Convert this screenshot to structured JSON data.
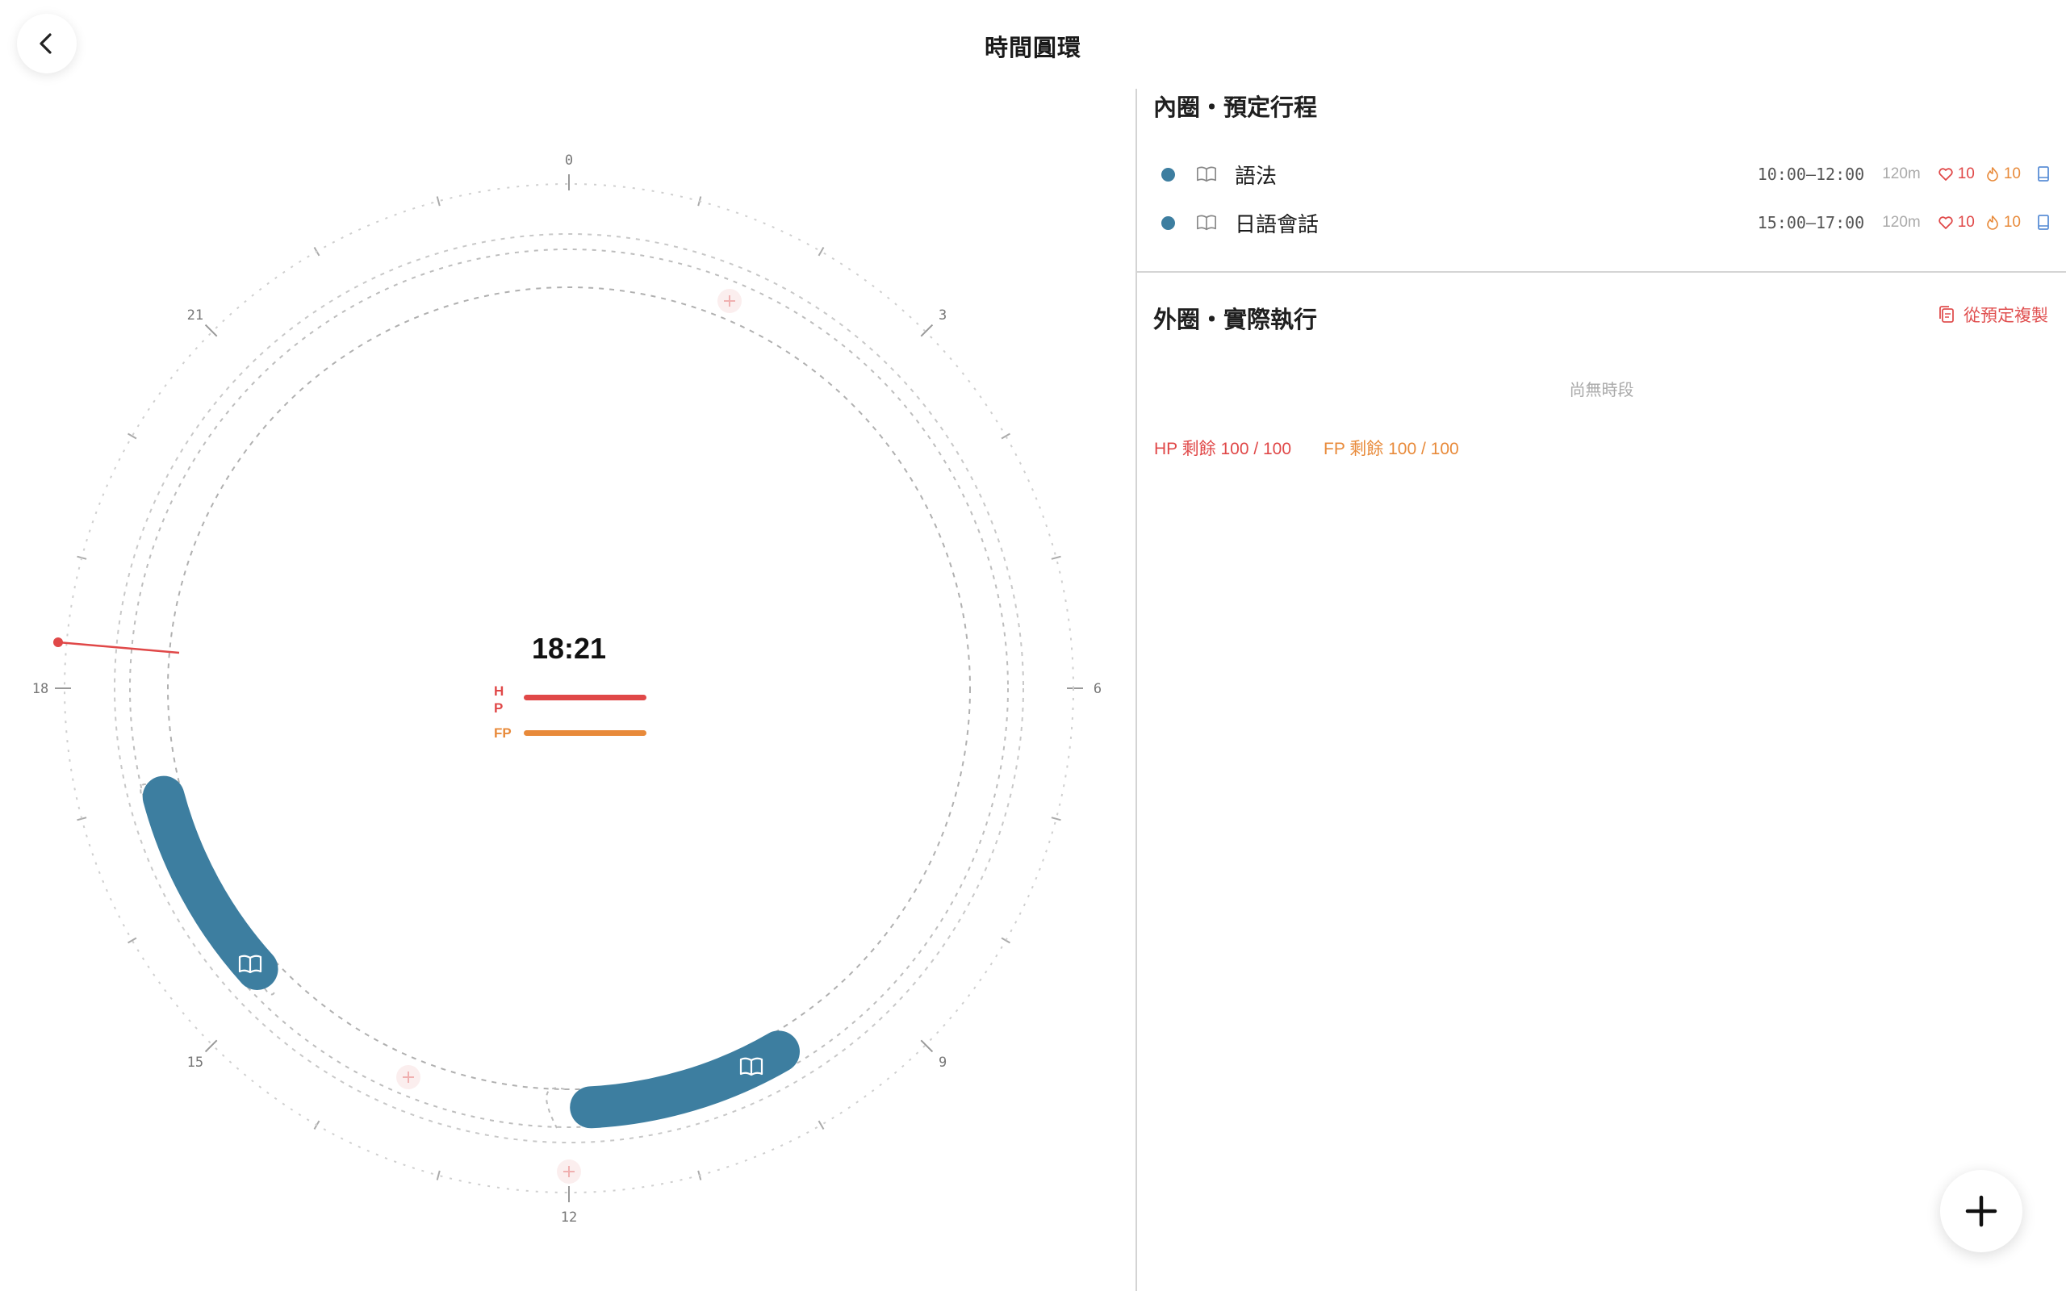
{
  "header": {
    "title": "時間圓環"
  },
  "clock": {
    "current_time": "18:21",
    "hour_labels": [
      "0",
      "3",
      "6",
      "9",
      "12",
      "15",
      "18",
      "21"
    ],
    "hp_label": "HP",
    "fp_label": "FP",
    "hp_fraction": 1.0,
    "fp_fraction": 1.0
  },
  "planned": {
    "title": "內圈・預定行程",
    "items": [
      {
        "name": "語法",
        "time": "10:00–12:00",
        "duration": "120m",
        "hp": "10",
        "fp": "10",
        "icon": "book-icon"
      },
      {
        "name": "日語會話",
        "time": "15:00–17:00",
        "duration": "120m",
        "hp": "10",
        "fp": "10",
        "icon": "book-icon"
      }
    ]
  },
  "actual": {
    "title": "外圈・實際執行",
    "copy_label": "從預定複製",
    "empty_text": "尚無時段"
  },
  "remaining": {
    "hp": "HP 剩餘 100 / 100",
    "fp": "FP 剩餘 100 / 100"
  },
  "colors": {
    "accent": "#3d7ea0",
    "hp": "#e04848",
    "fp": "#e88a3a",
    "note": "#5b8fd6"
  }
}
